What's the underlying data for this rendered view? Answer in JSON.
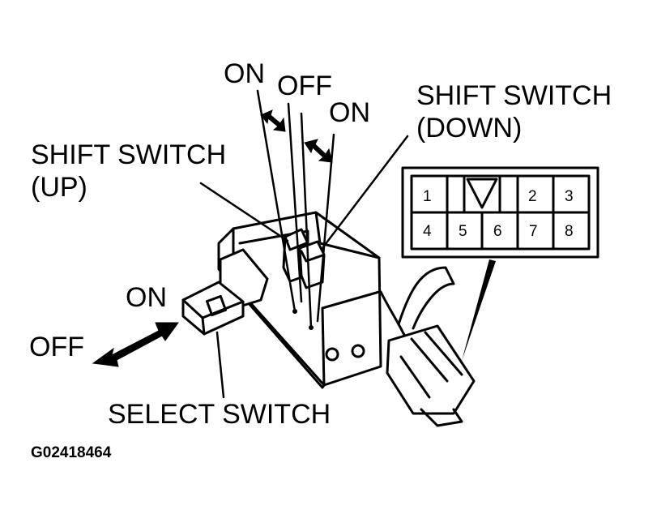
{
  "labels": {
    "top_on_left": "ON",
    "top_off": "OFF",
    "top_on_right": "ON",
    "shift_up_line1": "SHIFT SWITCH",
    "shift_up_line2": "(UP)",
    "shift_down_line1": "SHIFT SWITCH",
    "shift_down_line2": "(DOWN)",
    "select_on": "ON",
    "select_off": "OFF",
    "select_switch": "SELECT SWITCH",
    "figure_code": "G02418464"
  },
  "connector": {
    "pins": [
      "1",
      "2",
      "3",
      "4",
      "5",
      "6",
      "7",
      "8"
    ]
  },
  "colors": {
    "ink": "#000000",
    "paper": "#ffffff"
  }
}
